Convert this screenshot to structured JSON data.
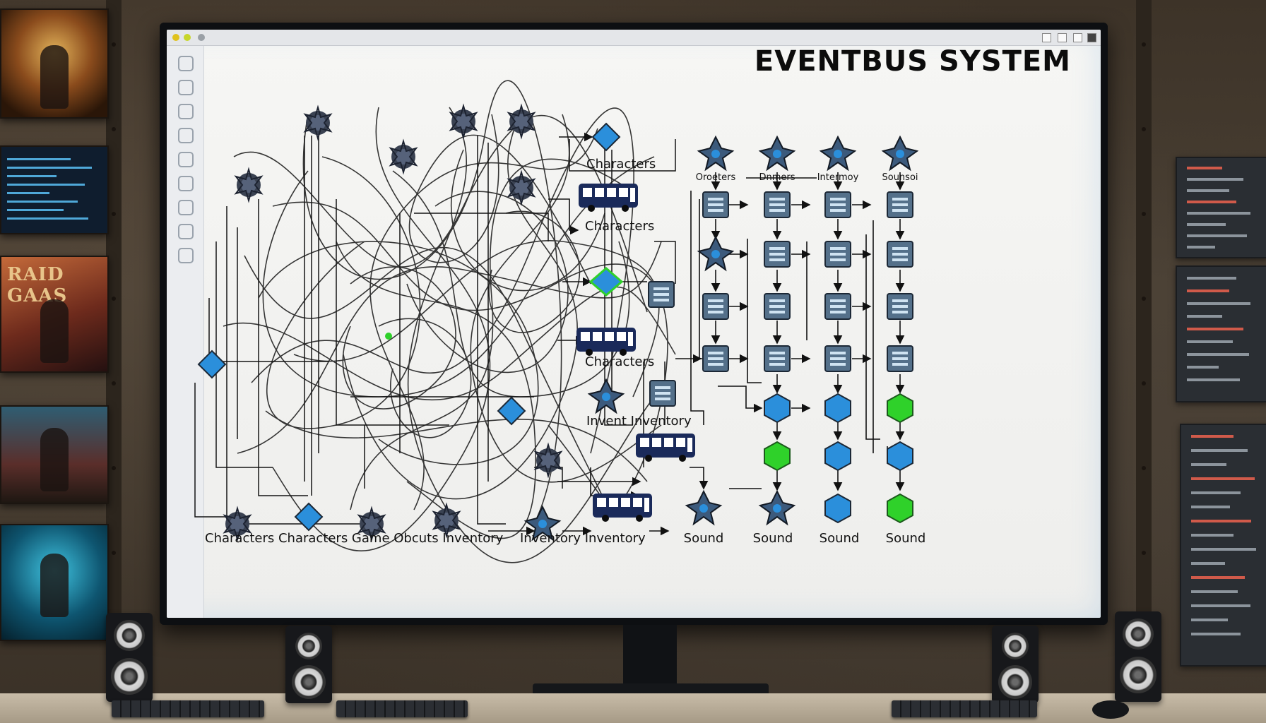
{
  "screen": {
    "title": "EVENTBUS SYSTEM"
  },
  "posters": {
    "poster_3_title": "RAID GAAS"
  },
  "top_icon_labels": [
    "Oroeters",
    "Dnmers",
    "Intermoy",
    "Sounsoi"
  ],
  "mid_labels": {
    "l1": "Characters",
    "l2": "Characters",
    "l3": "Characters",
    "l4": "Invent Inventory"
  },
  "bottom_labels": {
    "left": "Characters Characters Game Obcuts Inventory",
    "middle": "Inventory Inventory",
    "sound_1": "Sound",
    "sound_2": "Sound",
    "sound_3": "Sound",
    "sound_4": "Sound"
  },
  "colors": {
    "node_blue": "#2b8fdb",
    "node_green": "#2fd12a",
    "bus_navy": "#1a2a5a",
    "chip_slate": "#54708a"
  },
  "icons": {
    "bus": "bus-icon",
    "node": "hexagon-node-icon",
    "chip": "data-chip-icon",
    "star": "starburst-node-icon"
  }
}
